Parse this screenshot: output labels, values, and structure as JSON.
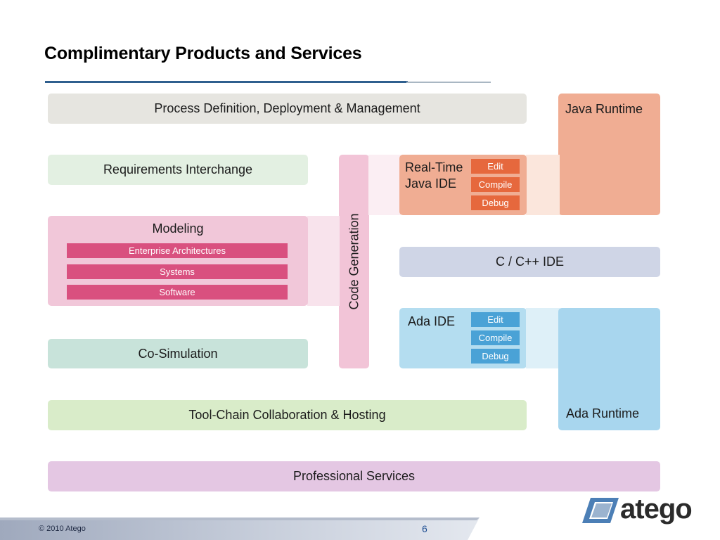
{
  "title": "Complimentary Products and Services",
  "blocks": {
    "process": "Process Definition, Deployment & Management",
    "java_runtime": "Java Runtime",
    "requirements": "Requirements Interchange",
    "code_generation": "Code Generation",
    "realtime_java_ide": [
      "Real-Time",
      "Java IDE"
    ],
    "modeling": "Modeling",
    "modeling_items": [
      "Enterprise Architectures",
      "Systems",
      "Software"
    ],
    "c_ide": "C / C++ IDE",
    "ada_ide": "Ada IDE",
    "co_simulation": "Co-Simulation",
    "toolchain": "Tool-Chain Collaboration & Hosting",
    "ada_runtime": "Ada Runtime",
    "professional_services": "Professional Services"
  },
  "ide_actions": [
    "Edit",
    "Compile",
    "Debug"
  ],
  "footer": {
    "copyright": "© 2010 Atego",
    "page_number": "6",
    "logo_text": "atego"
  },
  "colors": {
    "title_rule": "#2f5f8e",
    "process": "#e6e5e0",
    "java_runtime": "#f0ad93",
    "requirements": "#e3f0e2",
    "code_generation": "#f2c4d7",
    "modeling": "#f1c7d9",
    "modeling_chip": "#d9507f",
    "java_chip": "#e6683d",
    "c_ide": "#cfd5e6",
    "ada_ide": "#b4ddf0",
    "ada_chip": "#4aa2d6",
    "co_simulation": "#c8e3da",
    "toolchain": "#d9ecc9",
    "ada_runtime": "#a8d6ee",
    "professional_services": "#e4c7e3"
  }
}
